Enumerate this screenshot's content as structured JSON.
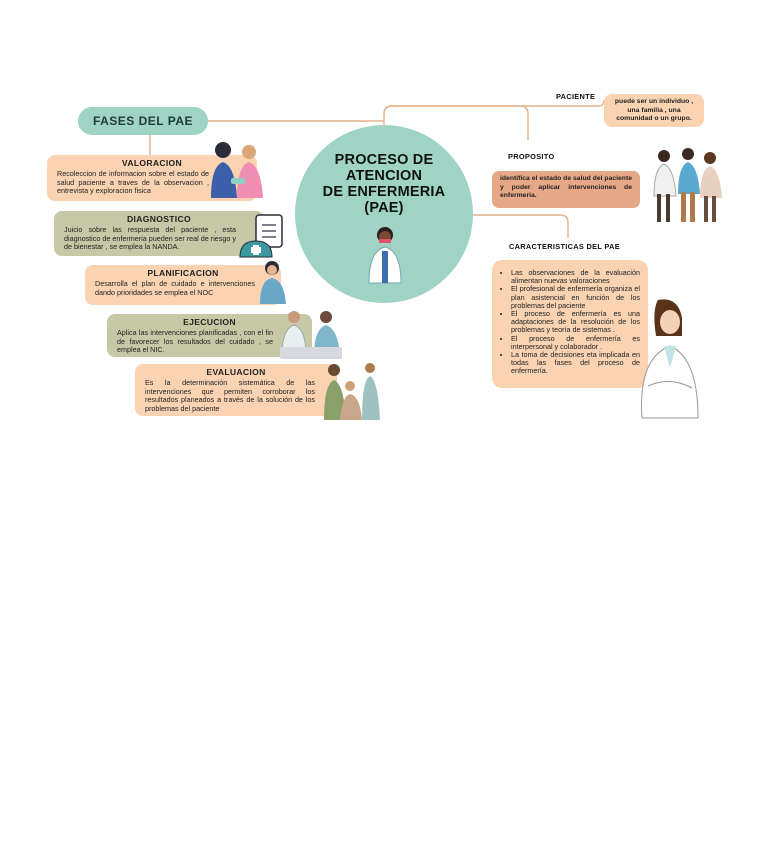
{
  "title": "PROCESO DE\nATENCION\nDE ENFERMERIA\n(PAE)",
  "fases": {
    "heading": "FASES DEL PAE",
    "items": [
      {
        "title": "VALORACION",
        "text": "Recoleccion de informacion sobre el estado de salud paciente a traves de la observacion , entrevista y exploracion fisica"
      },
      {
        "title": "DIAGNOSTICO",
        "text": "Juicio sobre las respuesta del paciente , esta diagnostico de enfermeria pueden ser real de riesgo y de bienestar , se emplea la NANDA."
      },
      {
        "title": "PLANIFICACION",
        "text": "Desarrolla el plan de cuidado e intervenciones dando prioridades se emplea el NOC"
      },
      {
        "title": "EJECUCION",
        "text": "Aplica las intervenciones planificadas , con el fin de favorecer los resultados del cuidado , se emplea el NIC."
      },
      {
        "title": "EVALUACION",
        "text": "Es la determinación sistemática de las intervenciones que permiten corroborar los resultados planeados a través de la solución de los problemas del paciente"
      }
    ]
  },
  "paciente": {
    "label": "PACIENTE",
    "text": "puede ser un individuo , una familia , una comunidad o un grupo."
  },
  "proposito": {
    "label": "PROPOSITO",
    "text": "identifica el estado de salud del paciente y poder aplicar intervenciones de enfermeria."
  },
  "caracteristicas": {
    "label": "CARACTERISTICAS DEL PAE",
    "items": [
      "Las observaciones de la evaluación alimentan nuevas valoraciones",
      "El profesional de enfermería organiza el plan asistencial en función de los problemas del paciente",
      "El proceso de enfermería es una adaptaciones de la resolución de los problemas y teoría de sistemas .",
      "El proceso de enfermería es interpersonal y colaborador .",
      "La toma de decisiones eta implicada en todas las fases del proceso de enfermería."
    ]
  },
  "colors": {
    "mint": "#9fd4c4",
    "peach": "#fad3b2",
    "olive": "#c7c8a5",
    "salmon": "#e7a888",
    "line": "#e2b48e"
  }
}
